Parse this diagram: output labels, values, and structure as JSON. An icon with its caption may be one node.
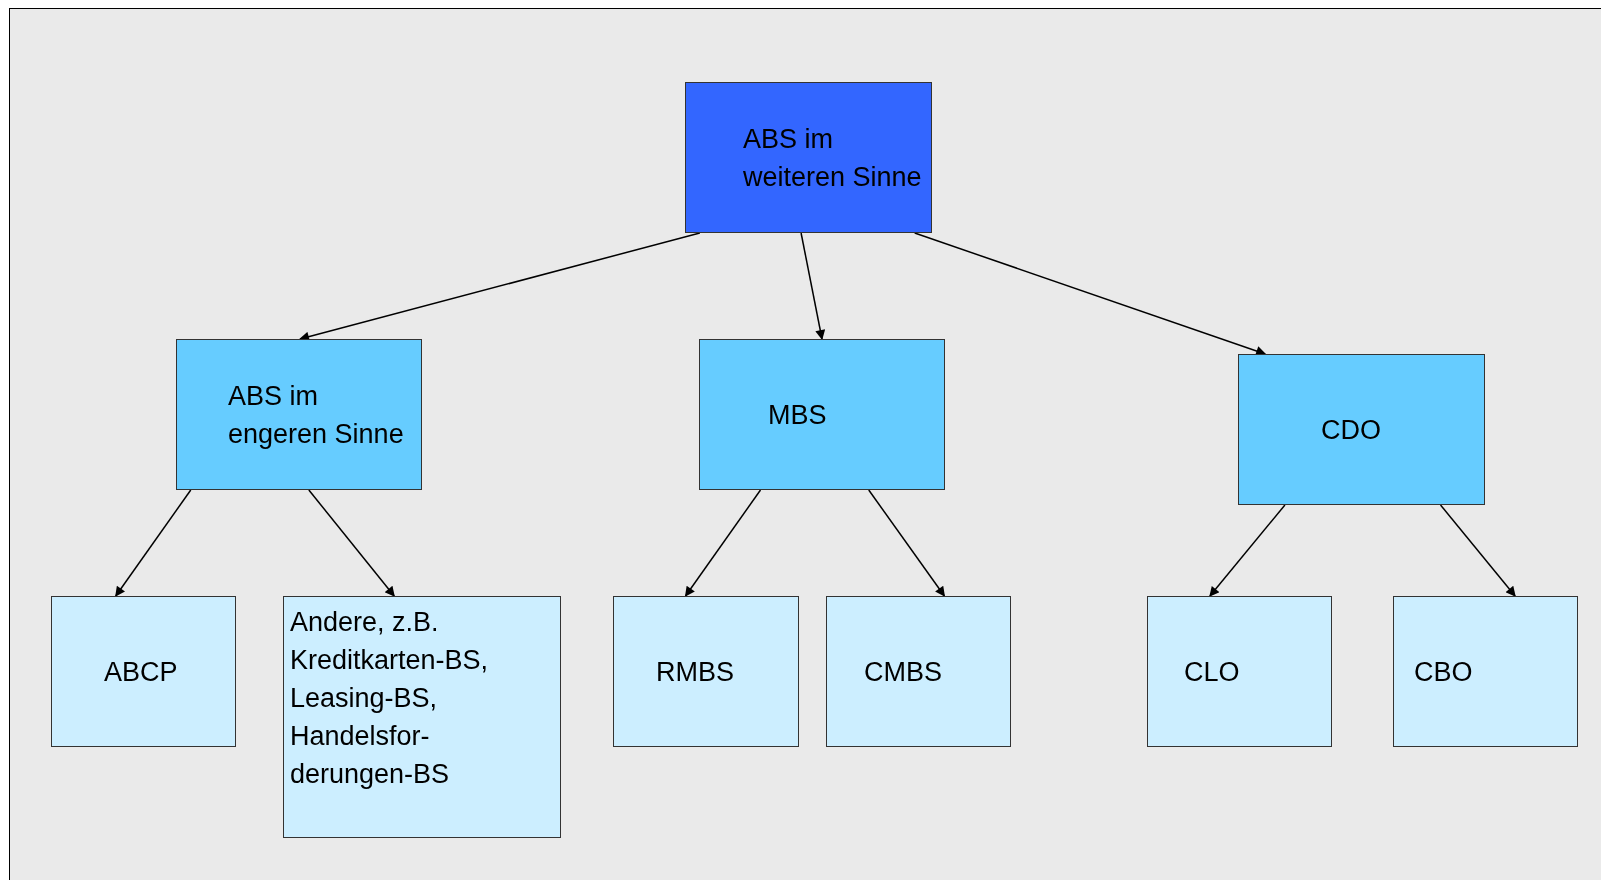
{
  "diagram": {
    "nodes": [
      {
        "text": [
          "ABS im weiteren Sinne"
        ]
      },
      {
        "text": [
          "ABS im engeren Sinne"
        ]
      },
      {
        "text": [
          "MBS"
        ]
      },
      {
        "text": [
          "CDO"
        ]
      },
      {
        "text": [
          "ABCP"
        ]
      },
      {
        "text": [
          "Andere, z.B. Kreditkarten-BS, Leasing-BS, Handelsfor- derungen-BS"
        ]
      },
      {
        "text": [
          "RMBS"
        ]
      },
      {
        "text": [
          "CMBS"
        ]
      },
      {
        "text": [
          "CLO"
        ]
      },
      {
        "text": [
          "CBO"
        ]
      }
    ],
    "edges": [
      {
        "from": 0,
        "to": 1,
        "arrow": "to"
      },
      {
        "from": 0,
        "to": 2,
        "arrow": "to"
      },
      {
        "from": 0,
        "to": 3,
        "arrow": "to"
      },
      {
        "from": 1,
        "to": 4,
        "arrow": "to"
      },
      {
        "from": 1,
        "to": 5,
        "arrow": "to"
      },
      {
        "from": 2,
        "to": 6,
        "arrow": "to"
      },
      {
        "from": 2,
        "to": 7,
        "arrow": "to"
      },
      {
        "from": 3,
        "to": 8,
        "arrow": "to"
      },
      {
        "from": 3,
        "to": 9,
        "arrow": "to"
      }
    ]
  }
}
